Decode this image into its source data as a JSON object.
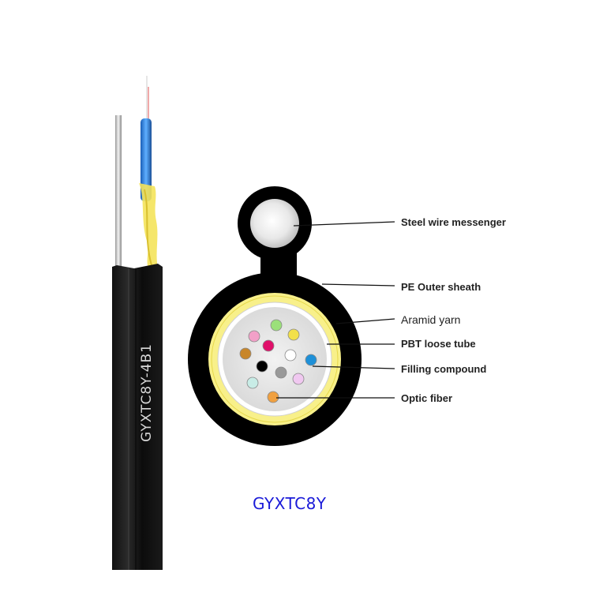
{
  "cable_print": "GYXTC8Y-4B1",
  "model": "GYXTC8Y",
  "labels": {
    "messenger": "Steel wire messenger",
    "sheath": "PE Outer sheath",
    "aramid": "Aramid yarn",
    "tube": "PBT loose tube",
    "filling": "Filling compound",
    "fiber": "Optic fiber"
  },
  "fiber_colors": [
    "#f2a0c8",
    "#9be07a",
    "#f2e04a",
    "#c8862a",
    "#e0106a",
    "#ffffff",
    "#1e90d8",
    "#000000",
    "#999999",
    "#f0c8f0",
    "#c8ece6",
    "#f0a040"
  ],
  "colors": {
    "model_text": "#1a1ad8",
    "sheath": "#000000",
    "aramid": "#f8f08a",
    "filling": "#e4e4e4"
  }
}
